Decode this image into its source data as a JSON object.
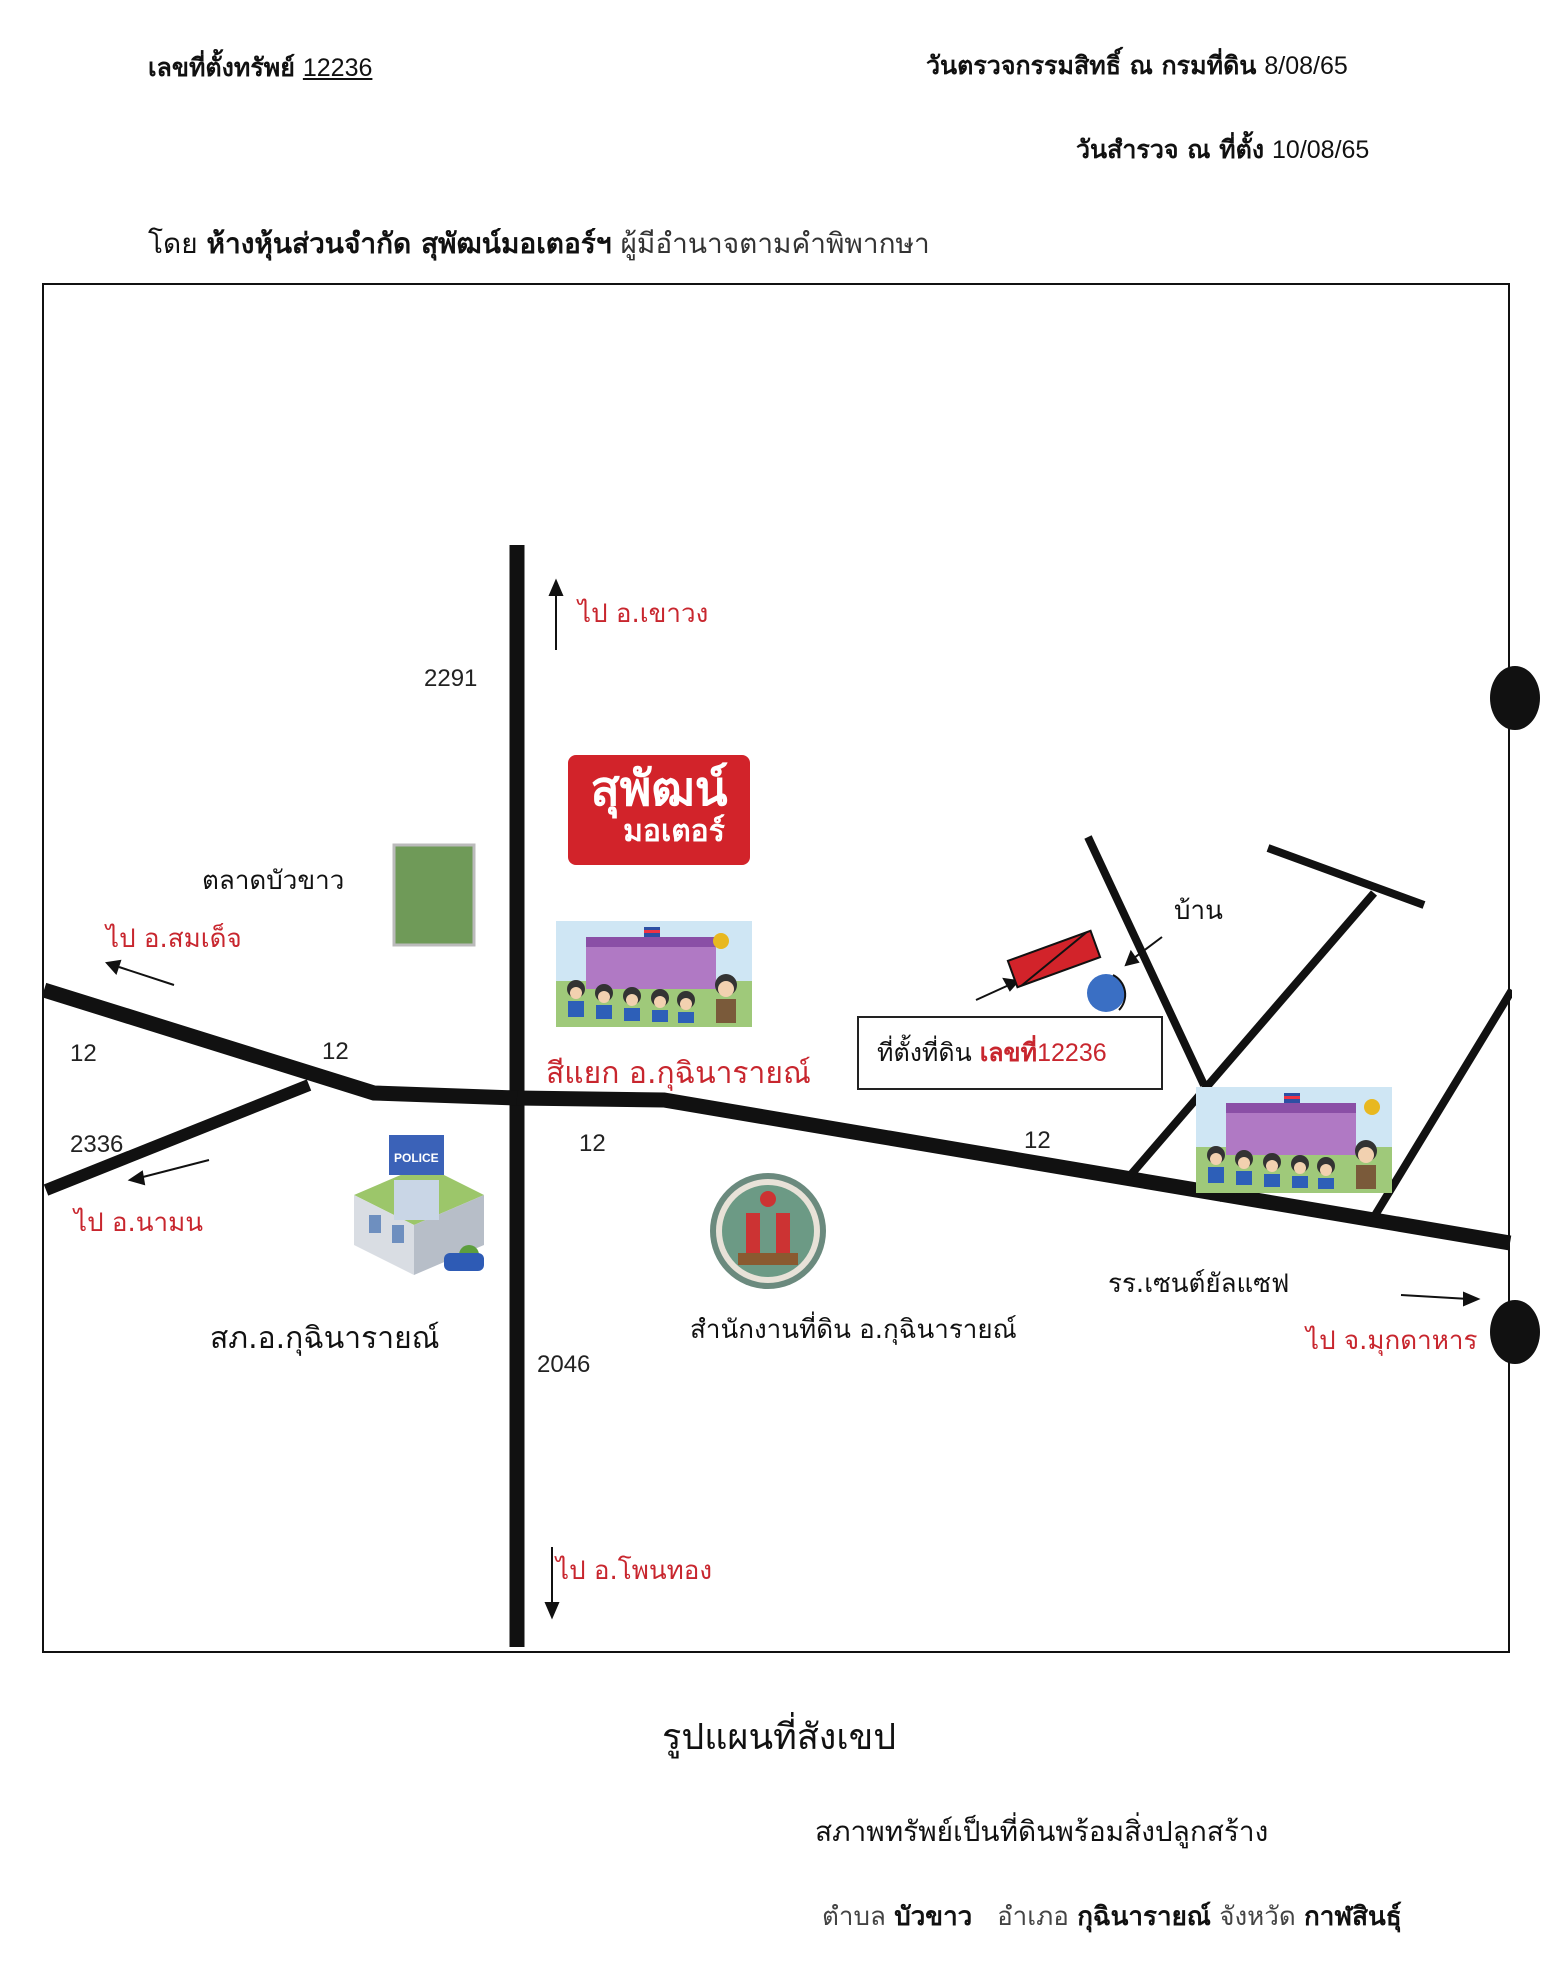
{
  "header": {
    "asset_no_label": "เลขที่ตั้งทรัพย์",
    "asset_no": "12236",
    "rights_check_label": "วันตรวจกรรมสิทธิ์ ณ กรมที่ดิน",
    "rights_check_date": "8/08/65",
    "survey_label": "วันสำรวจ ณ ที่ตั้ง",
    "survey_date": "10/08/65",
    "by_prefix": "โดย",
    "by_company": "ห้างหุ้นส่วนจำกัด สุพัฒน์มอเตอร์ฯ",
    "by_suffix": "ผู้มีอำนาจตามคำพิพากษา"
  },
  "map": {
    "to_north": "ไป อ.เขาวง",
    "to_south": "ไป อ.โพนทอง",
    "to_west": "ไป อ.สมเด็จ",
    "to_southwest": "ไป อ.นามน",
    "to_east": "ไป จ.มุกดาหาร",
    "road_2291": "2291",
    "road_2046": "2046",
    "road_2336": "2336",
    "road_12_a": "12",
    "road_12_b": "12",
    "road_12_c": "12",
    "road_12_d": "12",
    "market": "ตลาดบัวขาว",
    "logo_line1": "สุพัฒน์",
    "logo_line2": "มอเตอร์",
    "intersection": "สีแยก อ.กุฉินารายณ์",
    "house": "บ้าน",
    "plot_label": "ที่ตั้งที่ดิน",
    "plot_no_label": "เลขที่",
    "plot_no": "12236",
    "school": "รร.เซนต์ยัลแซฟ",
    "police": "สภ.อ.กุฉินารายณ์",
    "land_office": "สำนักงานที่ดิน อ.กุฉินารายณ์",
    "police_sign": "POLICE",
    "colors": {
      "road": "#111111",
      "red_label": "#c8262e",
      "plot_marker": "#d2232a",
      "house_marker": "#3a6fc4",
      "market_block": "#6f9a58"
    }
  },
  "footer": {
    "title": "รูปแผนที่สังเขป",
    "condition": "สภาพทรัพย์เป็นที่ดินพร้อมสิ่งปลูกสร้าง",
    "tambon_label": "ตำบล",
    "tambon": "บัวขาว",
    "amphoe_label": "อำเภอ",
    "amphoe": "กุฉินารายณ์",
    "province_label": "จังหวัด",
    "province": "กาฬสินธุ์"
  }
}
